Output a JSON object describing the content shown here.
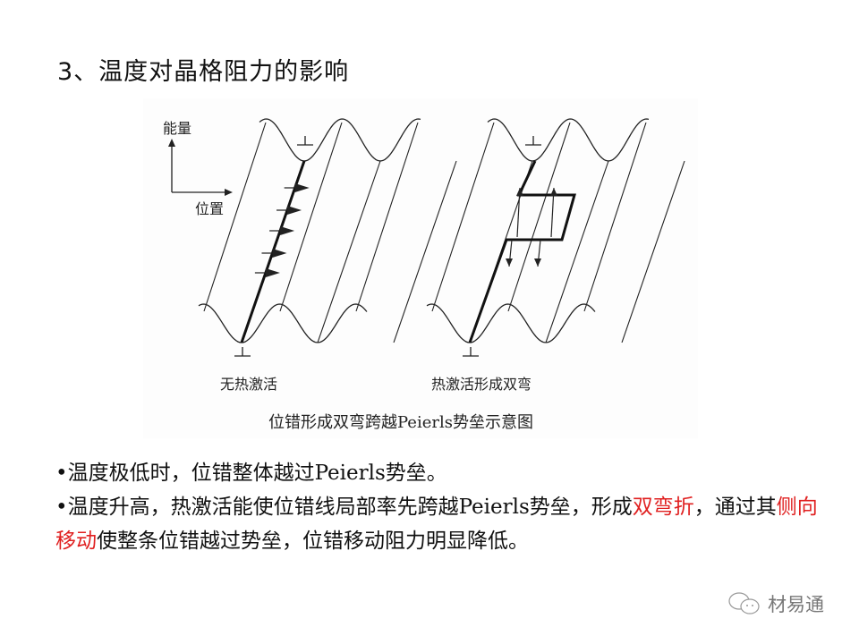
{
  "slide_title": "3、温度对晶格阻力的影响",
  "figure": {
    "axis_y_label": "能量",
    "axis_x_label": "位置",
    "left_label": "无热激活",
    "right_label": "热激活形成双弯",
    "caption": "位错形成双弯跨越Peierls势垒示意图"
  },
  "bullets": [
    {
      "parts": [
        {
          "text": "•温度极低时，位错整体越过Peierls势垒。",
          "color": "#111111"
        }
      ]
    },
    {
      "parts": [
        {
          "text": "•温度升高，热激活能使位错线局部率先跨越Peierls势垒，形成",
          "color": "#111111"
        },
        {
          "text": "双弯折",
          "color": "#e02020"
        },
        {
          "text": "，通过其",
          "color": "#111111"
        },
        {
          "text": "侧向移动",
          "color": "#e02020"
        },
        {
          "text": "使整条位错越过势垒，位错移动阻力明显降低。",
          "color": "#111111"
        }
      ]
    }
  ],
  "watermark": {
    "icon": "wechat-icon",
    "text": "材易通"
  }
}
